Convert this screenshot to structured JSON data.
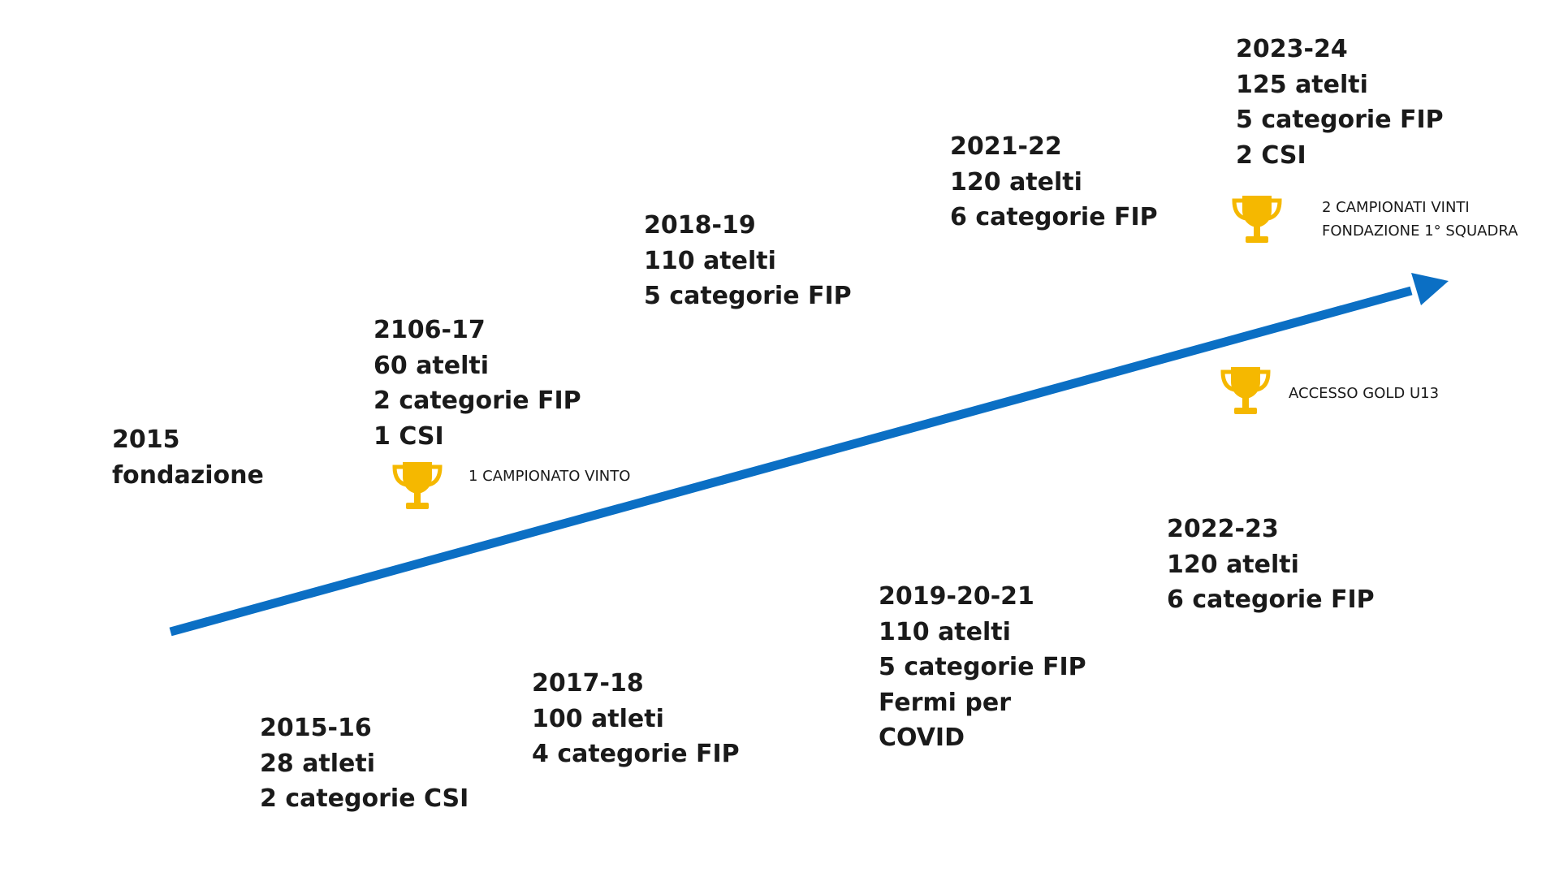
{
  "arrow": {
    "color": "#0b6fc4"
  },
  "trophy_color": "#f5b800",
  "milestones": [
    {
      "id": "2015",
      "lines": [
        "2015",
        "fondazione"
      ]
    },
    {
      "id": "2015-16",
      "lines": [
        "2015-16",
        "28 atleti",
        "2 categorie CSI"
      ]
    },
    {
      "id": "2016-17",
      "lines": [
        "2106-17",
        "60 atelti",
        "2 categorie FIP",
        "1 CSI"
      ]
    },
    {
      "id": "2017-18",
      "lines": [
        "2017-18",
        "100 atleti",
        "4 categorie FIP"
      ]
    },
    {
      "id": "2018-19",
      "lines": [
        "2018-19",
        "110 atelti",
        "5 categorie FIP"
      ]
    },
    {
      "id": "2019-20-21",
      "lines": [
        "2019-20-21",
        "110 atelti",
        "5 categorie FIP",
        "Fermi per",
        "COVID"
      ]
    },
    {
      "id": "2021-22",
      "lines": [
        "2021-22",
        "120 atelti",
        "6 categorie FIP"
      ]
    },
    {
      "id": "2022-23",
      "lines": [
        "2022-23",
        "120 atelti",
        "6 categorie FIP"
      ]
    },
    {
      "id": "2023-24",
      "lines": [
        "2023-24",
        "125 atelti",
        "5 categorie FIP",
        "2 CSI"
      ]
    }
  ],
  "awards": [
    {
      "id": "award-1",
      "icon": "trophy-icon",
      "lines": [
        "1 CAMPIONATO VINTO"
      ]
    },
    {
      "id": "award-2",
      "icon": "trophy-icon",
      "lines": [
        "ACCESSO GOLD U13"
      ]
    },
    {
      "id": "award-3",
      "icon": "trophy-icon",
      "lines": [
        "2 CAMPIONATI VINTI",
        "FONDAZIONE 1° SQUADRA"
      ]
    }
  ]
}
